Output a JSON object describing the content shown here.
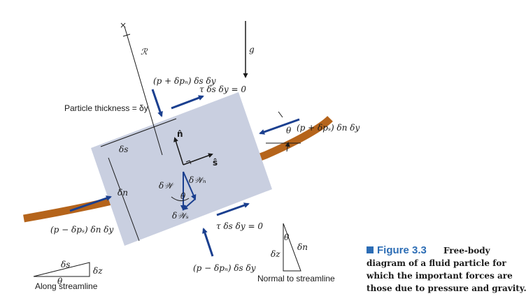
{
  "labels": {
    "g": "g",
    "r": "ℛ",
    "x_mark": "×",
    "p_n_top": "(p + δpₙ) δs δy",
    "tau_top": "τ δs δy = 0",
    "particle_thickness": "Particle thickness = δy",
    "p_s_right": "(p + δpₛ) δn δy",
    "theta_right": "θ",
    "ds_side": "δs",
    "dn_side": "δn",
    "n_hat": "n̂",
    "s_hat": "ŝ",
    "dW": "δ𝒲",
    "dWn": "δ𝒲ₙ",
    "dWs": "δ𝒲ₛ",
    "theta_center": "θ",
    "p_s_left": "(p − δpₛ) δn δy",
    "tau_bottom": "τ δs δy = 0",
    "p_n_bottom": "(p − δpₙ) δs δy",
    "tri_left_ds": "δs",
    "tri_left_dz": "δz",
    "tri_left_theta": "θ",
    "along_streamline": "Along streamline",
    "tri_right_theta": "θ",
    "tri_right_dn": "δn",
    "tri_right_dz": "δz",
    "normal_to_streamline": "Normal to streamline"
  },
  "caption": {
    "title": "Figure 3.3",
    "line1_rest": "Free-body",
    "line2": "diagram of a fluid particle for",
    "line3": "which the important forces are",
    "line4": "those due to pressure and gravity."
  },
  "colors": {
    "particle_fill": "#c9cfe0",
    "streamline": "#b5641b",
    "arrow": "#1a3f8f",
    "caption_accent": "#2c6db5"
  }
}
